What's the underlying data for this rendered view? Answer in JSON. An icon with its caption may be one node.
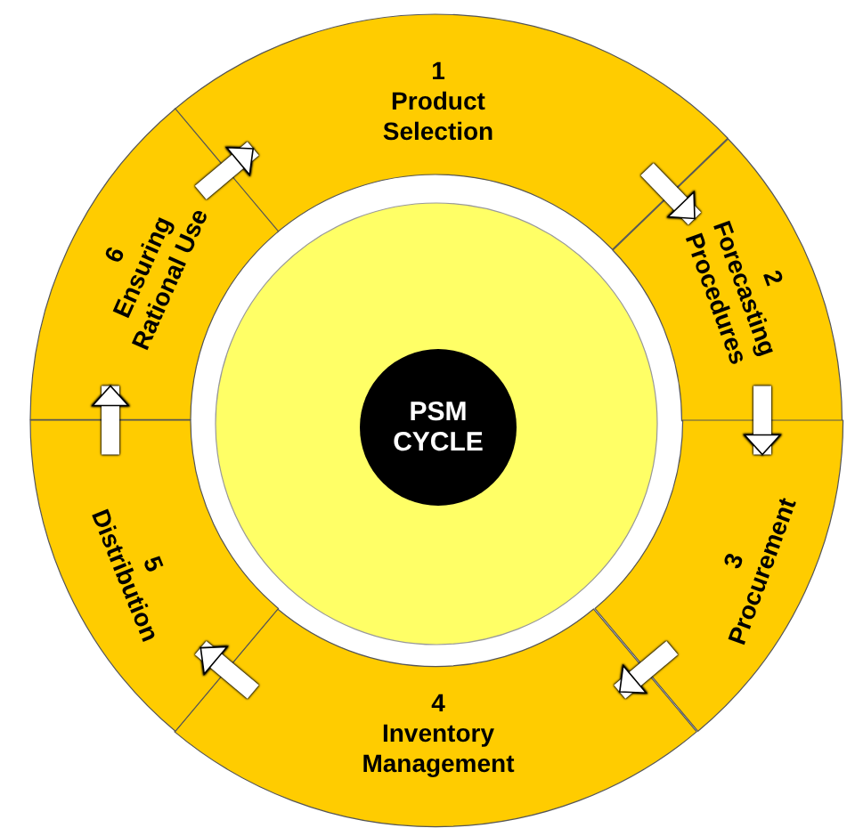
{
  "diagram": {
    "nodes": [
      {
        "text": [
          "1",
          "Product Selection"
        ]
      },
      {
        "text": [
          "2",
          "Forecasting Procedures"
        ]
      },
      {
        "text": [
          "3",
          "Procurement"
        ]
      },
      {
        "text": [
          "4",
          "Inventory Management"
        ]
      },
      {
        "text": [
          "5",
          "Distribution"
        ]
      },
      {
        "text": [
          "6",
          "Ensuring Rational Use"
        ]
      },
      {
        "text": [
          "PSM CYCLE"
        ]
      }
    ],
    "edges": [
      {
        "from": 0,
        "to": 1,
        "arrow": "to"
      },
      {
        "from": 1,
        "to": 2,
        "arrow": "to"
      },
      {
        "from": 2,
        "to": 3,
        "arrow": "to"
      },
      {
        "from": 3,
        "to": 4,
        "arrow": "to"
      },
      {
        "from": 4,
        "to": 5,
        "arrow": "to"
      },
      {
        "from": 5,
        "to": 0,
        "arrow": "to"
      }
    ]
  }
}
